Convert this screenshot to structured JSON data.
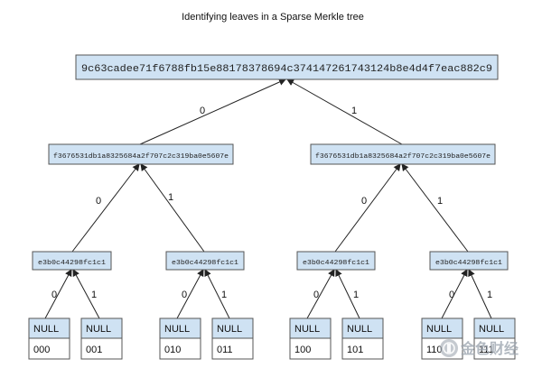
{
  "title": "Identifying leaves in a Sparse Merkle tree",
  "colors": {
    "node_fill": "#cfe2f3",
    "border": "#555555",
    "edge": "#222222"
  },
  "root": {
    "hash": "9c63cadee71f6788fb15e88178378694c374147261743124b8e4d4f7eac882c9"
  },
  "level1": [
    {
      "hash": "f3676531db1a8325684a2f707c2c319ba0e5607e"
    },
    {
      "hash": "f3676531db1a8325684a2f707c2c319ba0e5607e"
    }
  ],
  "level2": [
    {
      "hash": "e3b0c44298fc1c1"
    },
    {
      "hash": "e3b0c44298fc1c1"
    },
    {
      "hash": "e3b0c44298fc1c1"
    },
    {
      "hash": "e3b0c44298fc1c1"
    }
  ],
  "leaves": [
    {
      "value": "NULL",
      "path": "000"
    },
    {
      "value": "NULL",
      "path": "001"
    },
    {
      "value": "NULL",
      "path": "010"
    },
    {
      "value": "NULL",
      "path": "011"
    },
    {
      "value": "NULL",
      "path": "100"
    },
    {
      "value": "NULL",
      "path": "101"
    },
    {
      "value": "NULL",
      "path": "110"
    },
    {
      "value": "NULL",
      "path": "111"
    }
  ],
  "edge_labels": {
    "left": "0",
    "right": "1"
  },
  "watermark": {
    "icon": "jinse-logo-icon",
    "text": "金色财经"
  }
}
